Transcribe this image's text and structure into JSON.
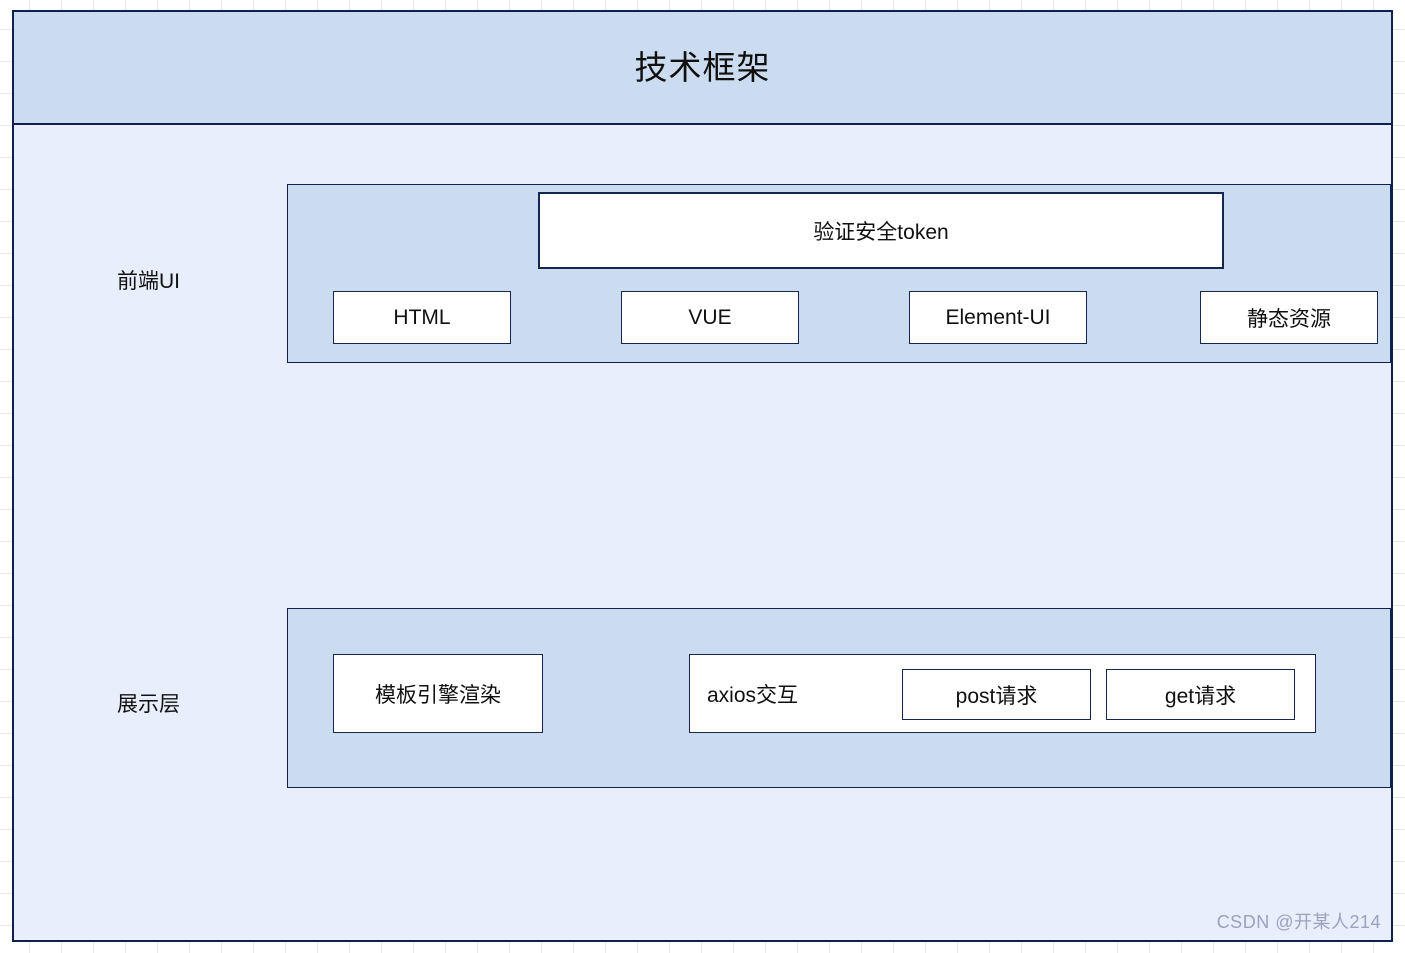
{
  "diagram": {
    "title": "技术框架",
    "watermark": "CSDN @开某人214",
    "colors": {
      "frame_border": "#10204e",
      "title_band_bg": "#ccdcf0",
      "body_bg": "#e8eefc",
      "group_panel_bg": "#ccdcf0",
      "node_bg": "#ffffff",
      "node_border": "#16264f",
      "text": "#101010",
      "watermark_text": "#9aa3bd"
    },
    "rows": [
      {
        "label": "前端UI",
        "nodes": {
          "token": "验证安全token",
          "html": "HTML",
          "vue": "VUE",
          "element_ui": "Element-UI",
          "static_resource": "静态资源"
        }
      },
      {
        "label": "展示层",
        "nodes": {
          "template_engine": "模板引擎渲染",
          "axios": "axios交互",
          "post": "post请求",
          "get": "get请求"
        }
      }
    ]
  }
}
